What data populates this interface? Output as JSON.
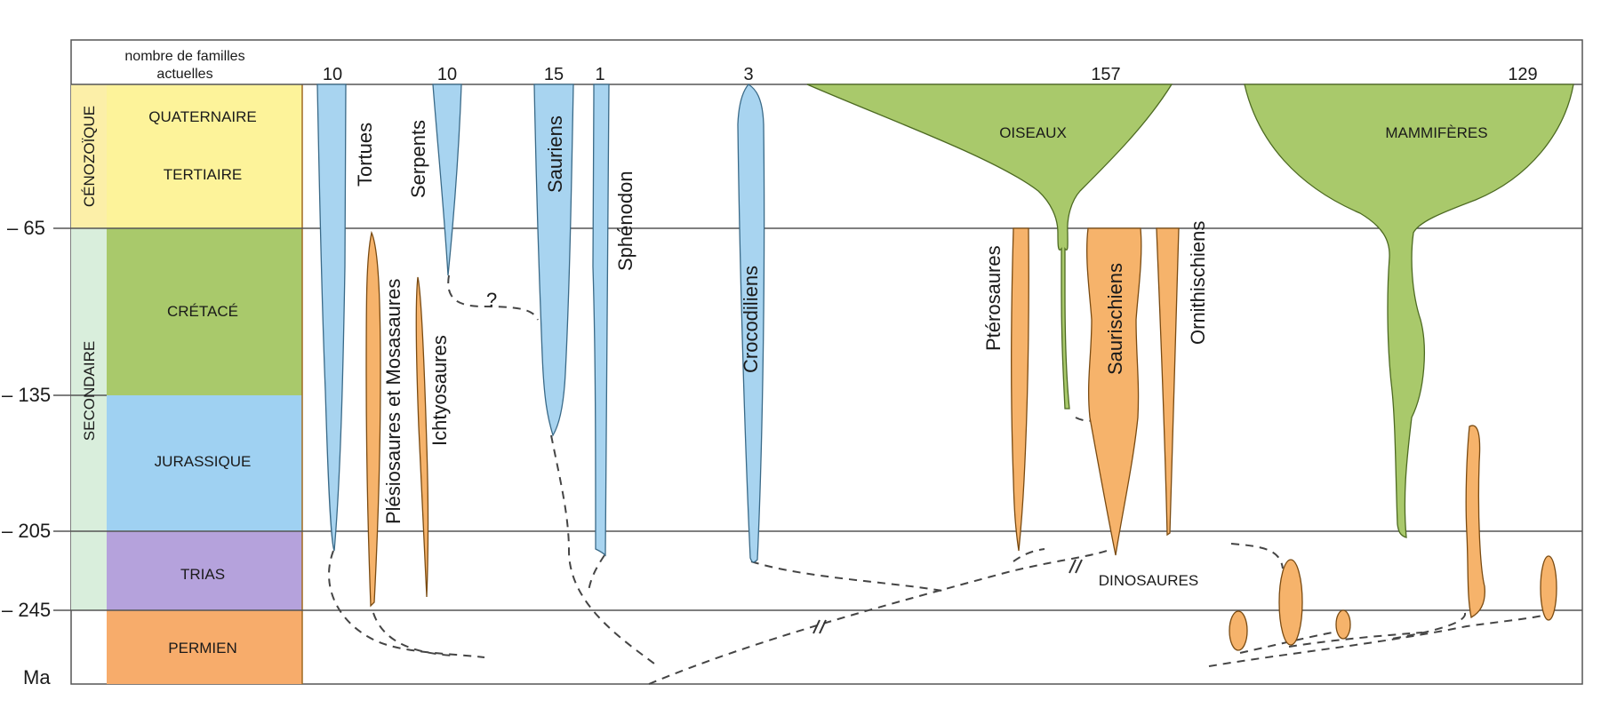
{
  "header": {
    "families_title_line1": "nombre de familles",
    "families_title_line2": "actuelles"
  },
  "axis": {
    "unit": "Ma",
    "ticks": [
      {
        "value": 65,
        "label": "– 65"
      },
      {
        "value": 135,
        "label": "– 135"
      },
      {
        "value": 205,
        "label": "– 205"
      },
      {
        "value": 245,
        "label": "– 245"
      }
    ]
  },
  "eras": [
    {
      "name": "CÉNOZOÏQUE",
      "color": "#fcefa8"
    },
    {
      "name": "SECONDAIRE",
      "color": "#d9eedc"
    }
  ],
  "periods": [
    {
      "name": "QUATERNAIRE",
      "color": "#fdf39a"
    },
    {
      "name": "TERTIAIRE",
      "color": "#fdf39a"
    },
    {
      "name": "CRÉTACÉ",
      "color": "#a9c96b"
    },
    {
      "name": "JURASSIQUE",
      "color": "#9fd1f2"
    },
    {
      "name": "TRIAS",
      "color": "#b5a2dc"
    },
    {
      "name": "PERMIEN",
      "color": "#f7ac6b"
    }
  ],
  "counts": {
    "tortues": "10",
    "serpents": "10",
    "sauriens": "15",
    "sphenodon": "1",
    "crocodiliens": "3",
    "oiseaux": "157",
    "mammiferes": "129"
  },
  "taxa": {
    "tortues": "Tortues",
    "serpents": "Serpents",
    "sauriens": "Sauriens",
    "sphenodon": "Sphénodon",
    "crocodiliens": "Crocodiliens",
    "plesiosaures": "Plésiosaures et Mosasaures",
    "ichtyosaures": "Ichtyosaures",
    "oiseaux": "OISEAUX",
    "mammiferes": "MAMMIFÈRES",
    "pterosaures": "Ptérosaures",
    "saurischiens": "Saurischiens",
    "ornithischiens": "Ornithischiens",
    "dinosaures": "DINOSAURES"
  },
  "annotations": {
    "uncertain": "?"
  },
  "colors": {
    "reptile_blue": "#a8d4f0",
    "extinct_orange": "#f6b36b",
    "green_clade": "#a9c96b",
    "outline": "#333333"
  }
}
